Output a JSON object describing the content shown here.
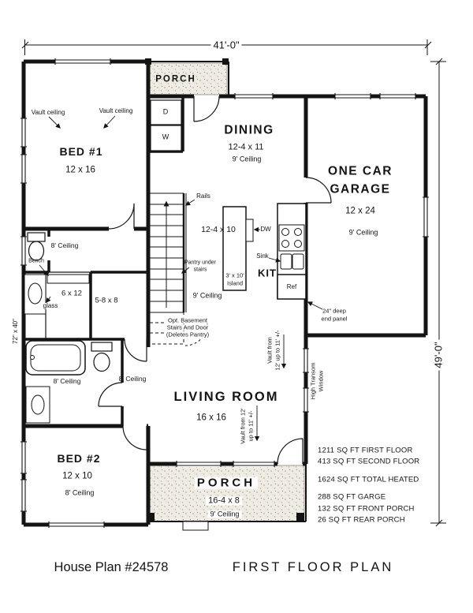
{
  "title_block": {
    "plan_number": "House Plan #24578",
    "sheet_title": "FIRST FLOOR PLAN"
  },
  "dimensions": {
    "overall_width": "41'-0\"",
    "overall_depth": "49'-0\""
  },
  "rooms": {
    "rear_porch": {
      "name": "PORCH"
    },
    "bed1": {
      "name": "BED #1",
      "dims": "12 x 16"
    },
    "dining": {
      "name": "DINING",
      "dims": "12-4 x 11",
      "ceiling": "9' Ceiling"
    },
    "garage": {
      "name_line1": "ONE CAR",
      "name_line2": "GARAGE",
      "dims": "12 x 24",
      "ceiling": "9' Ceiling"
    },
    "kitchen": {
      "name": "KIT",
      "dims": "12-4 x 10",
      "ceiling": "9' Ceiling"
    },
    "bath": {
      "ceiling": "8' Ceiling",
      "shower_dims": "6 x 12",
      "closet_dims": "5-8 x 8",
      "tub_dims": "72\" x 40\"",
      "bath2_ceiling": "8' Ceiling",
      "hall_ceiling": "8' Ceiling"
    },
    "living": {
      "name": "LIVING ROOM",
      "dims": "16 x 16"
    },
    "bed2": {
      "name": "BED #2",
      "dims": "12 x 10",
      "ceiling": "8' Ceiling"
    },
    "front_porch": {
      "name": "PORCH",
      "dims": "16-4 x 8",
      "ceiling": "9' Ceiling"
    }
  },
  "annotations": {
    "vault_ceiling_left": "Vault ceiling",
    "vault_ceiling_right": "Vault ceiling",
    "dryer": "D",
    "washer": "W",
    "rails": "Rails",
    "dishwasher": "DW",
    "sink": "Sink",
    "island_line1": "3' x 10'",
    "island_line2": "Island",
    "pantry_line1": "Pantry under",
    "pantry_line2": "stairs",
    "fridge": "Ref",
    "end_panel_line1": "24\" deep",
    "end_panel_line2": "end panel",
    "bench": "Bench",
    "glass": "glass",
    "opt_basement_line1": "Opt. Basement",
    "opt_basement_line2": "Stairs And Door",
    "opt_basement_line3": "(Deletes Pantry)",
    "vault_top_line1": "Vault from",
    "vault_top_line2": "12' up to 11' +/-",
    "vault_bottom_line1": "Vault from 12'",
    "vault_bottom_line2": "up to 11' +/-",
    "high_transom_line1": "High Transom",
    "high_transom_line2": "Window"
  },
  "area_table": [
    "1211 SQ FT FIRST FLOOR",
    "413 SQ FT SECOND FLOOR",
    "1624 SQ FT TOTAL HEATED",
    "288 SQ FT GARGE",
    "132 SQ FT FRONT PORCH",
    "26 SQ FT REAR PORCH"
  ]
}
